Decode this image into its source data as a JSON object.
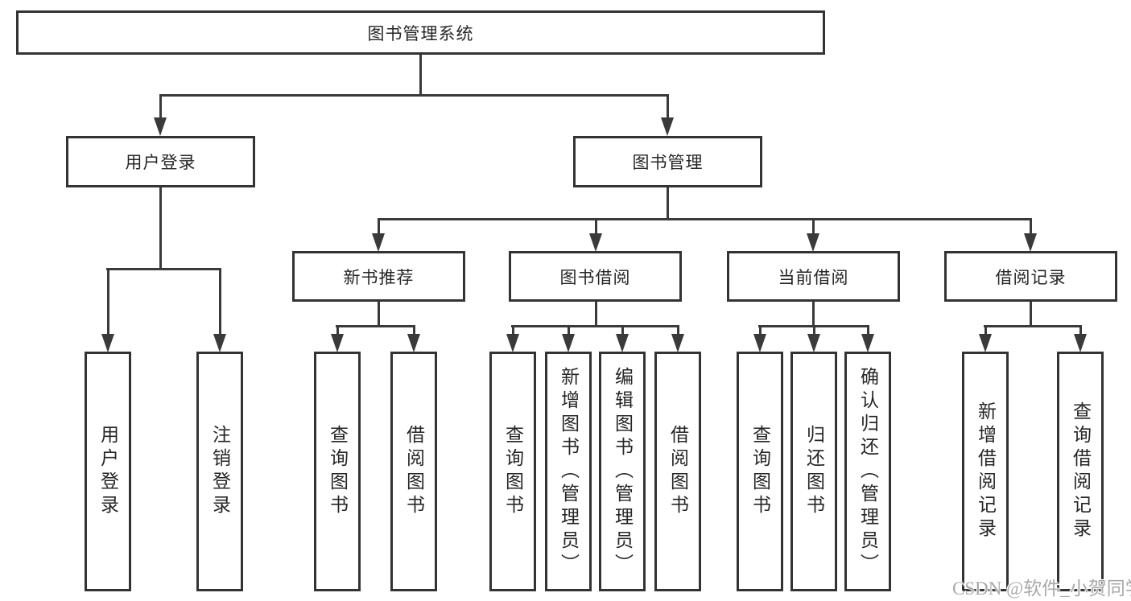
{
  "diagram": {
    "root": {
      "label": "图书管理系统"
    },
    "branches": [
      {
        "label": "用户登录",
        "children": [
          {
            "label": "用户登录"
          },
          {
            "label": "注销登录"
          }
        ]
      },
      {
        "label": "图书管理",
        "children": [
          {
            "label": "新书推荐",
            "children": [
              {
                "label": "查询图书"
              },
              {
                "label": "借阅图书"
              }
            ]
          },
          {
            "label": "图书借阅",
            "children": [
              {
                "label": "查询图书"
              },
              {
                "label": "新增图书（管理员）"
              },
              {
                "label": "编辑图书（管理员）"
              },
              {
                "label": "借阅图书"
              }
            ]
          },
          {
            "label": "当前借阅",
            "children": [
              {
                "label": "查询图书"
              },
              {
                "label": "归还图书"
              },
              {
                "label": "确认归还（管理员）"
              }
            ]
          },
          {
            "label": "借阅记录",
            "children": [
              {
                "label": "新增借阅记录"
              },
              {
                "label": "查询借阅记录"
              }
            ]
          }
        ]
      }
    ]
  },
  "watermark": {
    "text": "CSDN @软件_小贺同学"
  },
  "colors": {
    "line": "#3a3a3a",
    "box_border": "#333333",
    "box_fill": "#ffffff",
    "text": "#262626",
    "watermark": "#a9a9a9",
    "background": "#ffffff"
  }
}
